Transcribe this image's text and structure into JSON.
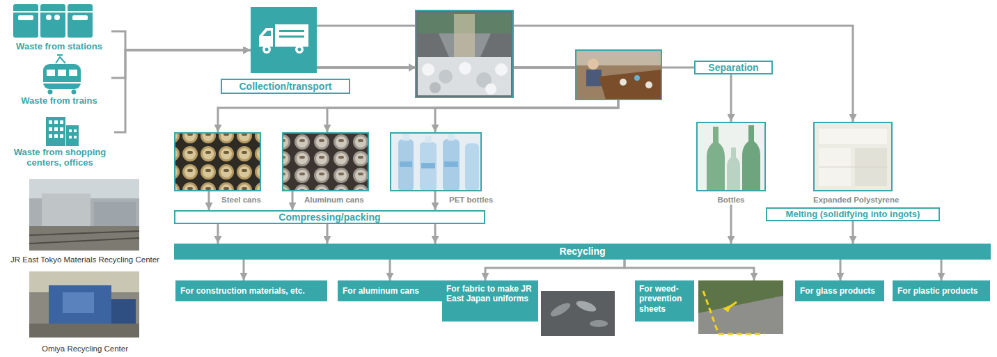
{
  "diagram": {
    "nodes": [
      {
        "text": [
          "Waste from stations"
        ]
      },
      {
        "text": [
          "Waste from trains"
        ]
      },
      {
        "text": [
          "Waste from shopping centers, offices"
        ]
      },
      {
        "text": [
          "Collection/transport"
        ]
      },
      {
        "text": [
          "Separation"
        ]
      },
      {
        "text": [
          "Steel cans"
        ]
      },
      {
        "text": [
          "Aluminum cans"
        ]
      },
      {
        "text": [
          "PET bottles"
        ]
      },
      {
        "text": [
          "Bottles"
        ]
      },
      {
        "text": [
          "Expanded Polystyrene"
        ]
      },
      {
        "text": [
          "Compressing/packing"
        ]
      },
      {
        "text": [
          "Melting (solidifying into ingots)"
        ]
      },
      {
        "text": [
          "Recycling"
        ]
      },
      {
        "text": [
          "For construction materials, etc."
        ]
      },
      {
        "text": [
          "For aluminum cans"
        ]
      },
      {
        "text": [
          "For fabric to make JR East Japan uniforms"
        ]
      },
      {
        "text": [
          "For weed-prevention sheets"
        ]
      },
      {
        "text": [
          "For glass products"
        ]
      },
      {
        "text": [
          "For plastic products"
        ]
      }
    ],
    "edges": [
      {
        "from": 0,
        "to": 3,
        "arrow": "to"
      },
      {
        "from": 1,
        "to": 3,
        "arrow": "to"
      },
      {
        "from": 2,
        "to": 3,
        "arrow": "to"
      },
      {
        "from": 3,
        "to": 5,
        "arrow": "to"
      },
      {
        "from": 3,
        "to": 6,
        "arrow": "to"
      },
      {
        "from": 3,
        "to": 7,
        "arrow": "to"
      },
      {
        "from": 3,
        "to": 4,
        "arrow": "none"
      },
      {
        "from": 3,
        "to": 9,
        "arrow": "to"
      },
      {
        "from": 5,
        "to": 10,
        "arrow": "to"
      },
      {
        "from": 6,
        "to": 10,
        "arrow": "to"
      },
      {
        "from": 7,
        "to": 10,
        "arrow": "to"
      },
      {
        "from": 10,
        "to": 12,
        "arrow": "to"
      },
      {
        "from": 10,
        "to": 12,
        "arrow": "to"
      },
      {
        "from": 10,
        "to": 12,
        "arrow": "to"
      },
      {
        "from": 4,
        "to": 8,
        "arrow": "to"
      },
      {
        "from": 8,
        "to": 12,
        "arrow": "to"
      },
      {
        "from": 11,
        "to": 12,
        "arrow": "to"
      },
      {
        "from": 12,
        "to": 13,
        "arrow": "to"
      },
      {
        "from": 12,
        "to": 14,
        "arrow": "to"
      },
      {
        "from": 12,
        "to": 15,
        "arrow": "to"
      },
      {
        "from": 12,
        "to": 16,
        "arrow": "to"
      },
      {
        "from": 12,
        "to": 17,
        "arrow": "to"
      },
      {
        "from": 12,
        "to": 18,
        "arrow": "to"
      }
    ],
    "labels": [
      "JR East Tokyo Materials Recycling Center",
      "Omiya Recycling Center"
    ]
  }
}
